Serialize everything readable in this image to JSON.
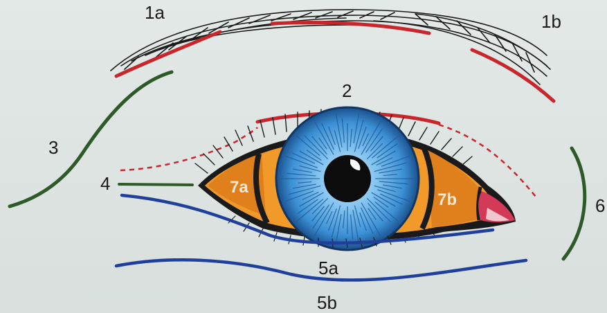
{
  "labels": {
    "brow_left": "1a",
    "brow_right": "1b",
    "upper_lid": "2",
    "temple": "3",
    "outer_canthus": "4",
    "lower_lid": "5a",
    "cheek": "5b",
    "nasal_side": "6",
    "sclera_outer": "7a",
    "sclera_inner": "7b"
  },
  "colors": {
    "background": "#dfe6e4",
    "red_line": "#c8262b",
    "green_line": "#2e5a2a",
    "blue_line": "#1f3f9a",
    "sclera_orange": "#f19a2a",
    "iris_blue": "#4aa0dc",
    "pupil": "#0c0c0c"
  }
}
